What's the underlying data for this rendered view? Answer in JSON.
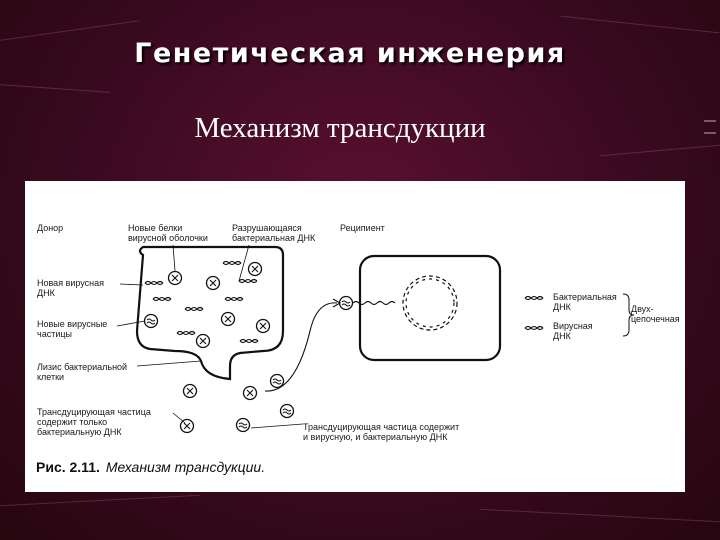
{
  "slide": {
    "title": "Генетическая инженерия",
    "subtitle": "Механизм трансдукции"
  },
  "figure": {
    "labels": {
      "donor": "Донор",
      "new_proteins": "Новые белки\nвирусной оболочки",
      "degrading_dna": "Разрушающаяся\nбактериальная ДНК",
      "recipient": "Реципиент",
      "new_viral_dna": "Новая вирусная\nДНК",
      "new_viral_particles": "Новые вирусные\nчастицы",
      "lysis": "Лизис бактериальной\nклетки",
      "transducing_bacterial_only": "Трансдуцирующая частица\nсодержит только\nбактериальную ДНК",
      "transducing_both": "Трансдуцирующая частица содержит\nи вирусную, и бактериальную ДНК",
      "bacterial_dna": "Бактериальная\nДНК",
      "viral_dna": "Вирусная\nДНК",
      "double_stranded": "Двух-\nцепочечная"
    },
    "caption_number": "Рис. 2.11.",
    "caption_text": "Механизм трансдукции."
  }
}
